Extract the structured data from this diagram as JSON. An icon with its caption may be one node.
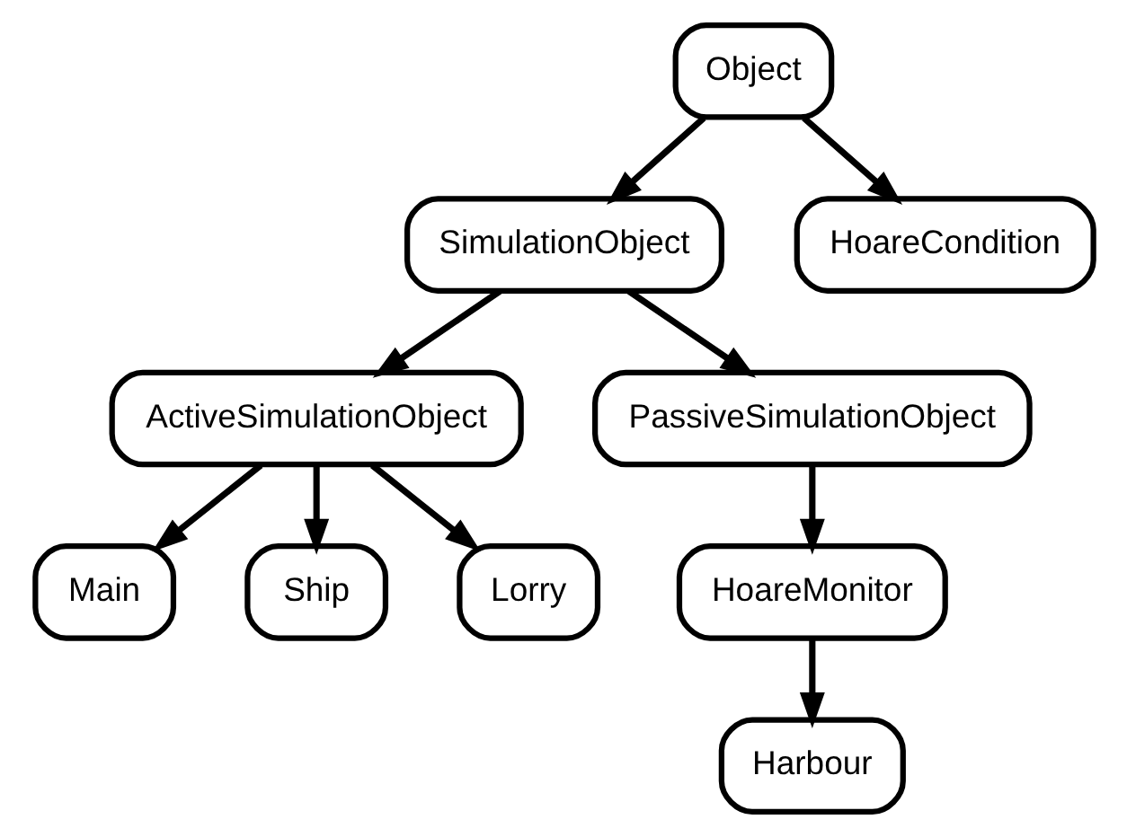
{
  "diagram": {
    "nodes": [
      {
        "text": [
          "Object"
        ]
      },
      {
        "text": [
          "SimulationObject"
        ]
      },
      {
        "text": [
          "HoareCondition"
        ]
      },
      {
        "text": [
          "ActiveSimulationObject"
        ]
      },
      {
        "text": [
          "PassiveSimulationObject"
        ]
      },
      {
        "text": [
          "Main"
        ]
      },
      {
        "text": [
          "Ship"
        ]
      },
      {
        "text": [
          "Lorry"
        ]
      },
      {
        "text": [
          "HoareMonitor"
        ]
      },
      {
        "text": [
          "Harbour"
        ]
      }
    ],
    "edges": [
      {
        "from": 0,
        "to": 1,
        "arrow": "to"
      },
      {
        "from": 0,
        "to": 2,
        "arrow": "to"
      },
      {
        "from": 1,
        "to": 3,
        "arrow": "to"
      },
      {
        "from": 1,
        "to": 4,
        "arrow": "to"
      },
      {
        "from": 3,
        "to": 5,
        "arrow": "to"
      },
      {
        "from": 3,
        "to": 6,
        "arrow": "to"
      },
      {
        "from": 3,
        "to": 7,
        "arrow": "to"
      },
      {
        "from": 4,
        "to": 8,
        "arrow": "to"
      },
      {
        "from": 8,
        "to": 9,
        "arrow": "to"
      }
    ]
  }
}
